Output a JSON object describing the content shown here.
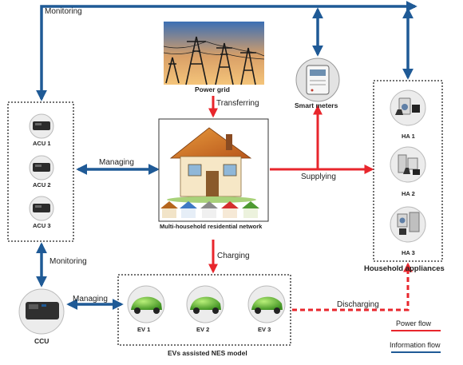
{
  "nodes": {
    "power_grid": "Power grid",
    "smart_meters": "Smart meters",
    "house": "Multi-household residential network",
    "household_appliances": "Household appliances",
    "ccu": "CCU",
    "ev_model": "EVs assisted NES model"
  },
  "acu": [
    "ACU 1",
    "ACU 2",
    "ACU 3"
  ],
  "ha": [
    "HA 1",
    "HA 2",
    "HA 3"
  ],
  "ev": [
    "EV 1",
    "EV 2",
    "EV 3"
  ],
  "edges": {
    "monitoring_top": "Monitoring",
    "transferring": "Transferring",
    "managing_acu": "Managing",
    "supplying": "Supplying",
    "charging": "Charging",
    "monitoring_ccu": "Monitoring",
    "managing_ccu": "Managing",
    "discharging": "Discharging"
  },
  "legend": {
    "power": "Power flow",
    "information": "Information flow"
  },
  "colors": {
    "power": "#e8262c",
    "information": "#1f5a96"
  }
}
